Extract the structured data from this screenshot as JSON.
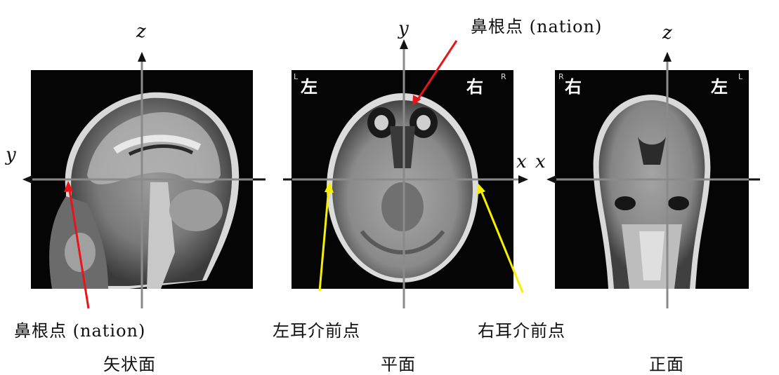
{
  "axes": {
    "z_left": "z",
    "y_left": "y",
    "y_top": "y",
    "x_right_mid": "x",
    "x_left_right": "x",
    "z_right": "z"
  },
  "annotations": {
    "nasion_top": "鼻根点 (nation)",
    "nasion_bottom": "鼻根点 (nation)",
    "left_preauricular": "左耳介前点",
    "right_preauricular": "右耳介前点"
  },
  "panel_markers": {
    "axial_left": "左",
    "axial_right": "右",
    "coronal_left": "右",
    "coronal_right": "左",
    "axial_L": "L",
    "axial_R": "R",
    "coronal_R": "R",
    "coronal_L": "L"
  },
  "captions": {
    "sagittal": "矢状面",
    "axial": "平面",
    "coronal": "正面"
  },
  "colors": {
    "arrow_red": "#e8141c",
    "arrow_yellow": "#f6f000",
    "axis_gray": "#8a8a8a"
  }
}
